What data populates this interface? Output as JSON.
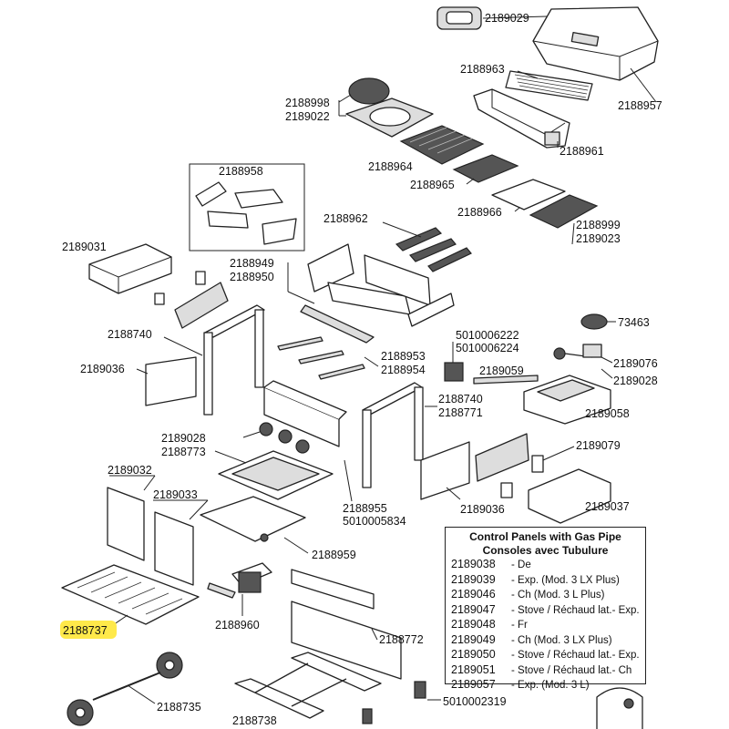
{
  "highlighted_part": "2188737",
  "parts": {
    "p2189029": "2189029",
    "p2188963": "2188963",
    "p2188957": "2188957",
    "p2188998": "2188998",
    "p2189022": "2189022",
    "p2188961": "2188961",
    "p2188964": "2188964",
    "p2188958": "2188958",
    "p2188965": "2188965",
    "p2188966": "2188966",
    "p2188962": "2188962",
    "p2188999": "2188999",
    "p2189023": "2189023",
    "p2189031": "2189031",
    "p2188949": "2188949",
    "p2188950": "2188950",
    "p5010006222": "5010006222",
    "p5010006224": "5010006224",
    "p73463": "73463",
    "p2188740a": "2188740",
    "p2189076": "2189076",
    "p2188953": "2188953",
    "p2188954": "2188954",
    "p2189036a": "2189036",
    "p2189059": "2189059",
    "p2189028a": "2189028",
    "p2188740b": "2188740",
    "p2188771": "2188771",
    "p2189058": "2189058",
    "p2189028b": "2189028",
    "p2188773": "2188773",
    "p2189079": "2189079",
    "p2189032": "2189032",
    "p2189033": "2189033",
    "p2188955": "2188955",
    "p5010005834": "5010005834",
    "p2189036b": "2189036",
    "p2189037": "2189037",
    "p2188959": "2188959",
    "p2188960": "2188960",
    "p2188737": "2188737",
    "p2188772": "2188772",
    "p2188735": "2188735",
    "p2188738": "2188738",
    "p5010002319": "5010002319"
  },
  "legend": {
    "title_line1": "Control Panels with Gas Pipe",
    "title_line2": "Consoles avec Tubulure",
    "rows": [
      {
        "code": "2189038",
        "desc": "- De"
      },
      {
        "code": "2189039",
        "desc": "- Exp. (Mod. 3 LX Plus)"
      },
      {
        "code": "2189046",
        "desc": "- Ch (Mod. 3 L Plus)"
      },
      {
        "code": "2189047",
        "desc": "- Stove / Réchaud lat.- Exp."
      },
      {
        "code": "2189048",
        "desc": "- Fr"
      },
      {
        "code": "2189049",
        "desc": "- Ch (Mod. 3 LX Plus)"
      },
      {
        "code": "2189050",
        "desc": "- Stove / Réchaud lat.- Exp."
      },
      {
        "code": "2189051",
        "desc": "- Stove / Réchaud lat.- Ch"
      },
      {
        "code": "2189057",
        "desc": "- Exp. (Mod. 3 L)"
      }
    ]
  },
  "colors": {
    "highlight": "#ffe94a",
    "line": "#222222"
  }
}
